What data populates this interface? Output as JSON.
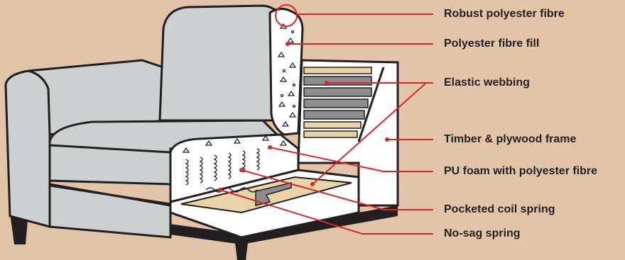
{
  "colors": {
    "background": "#e2c5a8",
    "leader_line": "#d7262c",
    "upholstery": "#cdd0d0",
    "outline": "#231f20",
    "timber": "#e9d3a8"
  },
  "labels": [
    {
      "text": "Robust polyester fibre"
    },
    {
      "text": "Polyester fibre fill"
    },
    {
      "text": "Elastic webbing"
    },
    {
      "text": "Timber & plywood frame"
    },
    {
      "text": "PU foam with polyester fibre"
    },
    {
      "text": "Pocketed coil spring"
    },
    {
      "text": "No-sag spring"
    }
  ]
}
